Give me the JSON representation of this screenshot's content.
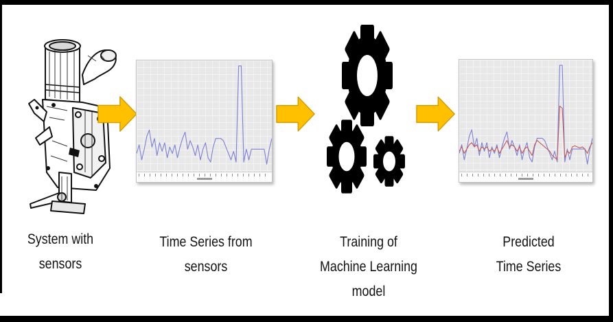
{
  "pipeline": {
    "step1": {
      "caption_line1": "System with",
      "caption_line2": "sensors"
    },
    "step2": {
      "caption_line1": "Time Series from",
      "caption_line2": "sensors"
    },
    "step3": {
      "caption_line1": "Training of",
      "caption_line2": "Machine Learning",
      "caption_line3": "model"
    },
    "step4": {
      "caption_line1": "Predicted",
      "caption_line2": "Time Series"
    }
  },
  "icons": {
    "system": "carburetor-line-art-illustration",
    "flow_arrow": "yellow-block-arrow-right",
    "training": "three-black-gears"
  },
  "colors": {
    "arrow_fill": "#FFC000",
    "arrow_stroke": "#D29B00",
    "series_blue": "#7B7ED6",
    "series_red": "#C05B5B",
    "plot_background": "#E8E8E8",
    "grid_line": "#F4F4F4",
    "frame": "#000000",
    "text": "#121212"
  },
  "chart_data": [
    {
      "type": "line",
      "title": "",
      "xlabel": "",
      "ylabel": "",
      "x_tick_labels": "illegible micro date labels",
      "grid": true,
      "ylim": [
        0,
        100
      ],
      "series": [
        {
          "name": "sensor signal (blue)",
          "color": "#7B7ED6",
          "values": [
            16,
            24,
            10,
            20,
            32,
            38,
            22,
            30,
            14,
            26,
            18,
            26,
            12,
            22,
            16,
            24,
            12,
            22,
            30,
            36,
            20,
            28,
            22,
            14,
            24,
            10,
            20,
            26,
            12,
            8,
            22,
            30,
            30,
            30,
            28,
            22,
            16,
            10,
            18,
            8,
            98,
            98,
            8,
            20,
            10,
            20,
            20,
            20,
            20,
            20,
            20,
            6,
            20,
            30
          ]
        }
      ]
    },
    {
      "type": "line",
      "title": "",
      "xlabel": "",
      "ylabel": "",
      "x_tick_labels": "illegible micro date labels",
      "grid": true,
      "ylim": [
        0,
        100
      ],
      "series": [
        {
          "name": "actual sensor signal (blue)",
          "color": "#7B7ED6",
          "values": [
            16,
            24,
            10,
            20,
            32,
            38,
            22,
            30,
            14,
            26,
            18,
            26,
            12,
            22,
            16,
            24,
            12,
            22,
            30,
            36,
            20,
            28,
            22,
            14,
            24,
            10,
            20,
            26,
            12,
            8,
            22,
            30,
            30,
            30,
            28,
            22,
            16,
            10,
            18,
            8,
            98,
            98,
            8,
            20,
            10,
            20,
            20,
            20,
            20,
            20,
            20,
            6,
            20,
            30
          ]
        },
        {
          "name": "predicted signal (red)",
          "color": "#C05B5B",
          "values": [
            18,
            22,
            16,
            20,
            24,
            26,
            22,
            24,
            18,
            22,
            20,
            22,
            18,
            20,
            18,
            22,
            16,
            20,
            24,
            28,
            22,
            24,
            22,
            18,
            22,
            16,
            20,
            22,
            18,
            14,
            24,
            28,
            26,
            24,
            22,
            20,
            18,
            14,
            12,
            10,
            60,
            58,
            12,
            18,
            16,
            22,
            23,
            22,
            21,
            22,
            20,
            16,
            22,
            26
          ]
        }
      ]
    }
  ]
}
